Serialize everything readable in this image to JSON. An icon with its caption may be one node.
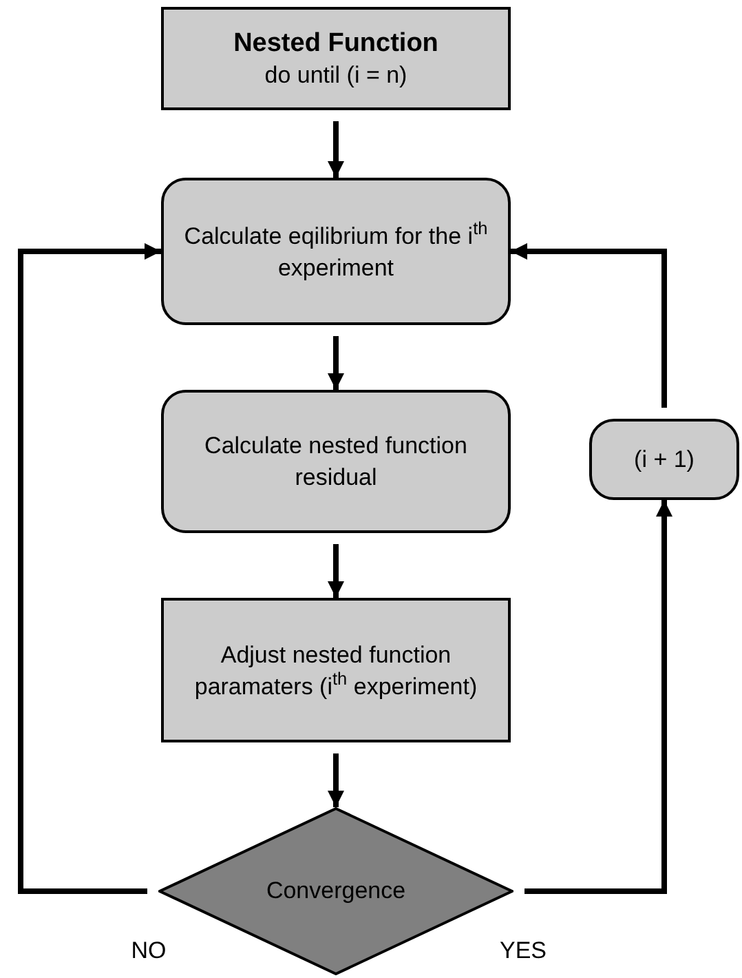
{
  "diagram": {
    "nodes": [
      {
        "text": [
          "Nested Function",
          "do until (i = n)"
        ]
      },
      {
        "text": [
          "Calculate eqilibrium for the i$^{th}$ experiment"
        ]
      },
      {
        "text": [
          "Calculate nested function residual"
        ]
      },
      {
        "text": [
          "Adjust nested function paramaters (i$^{th}$ experiment)"
        ]
      },
      {
        "text": [
          "Convergence"
        ]
      },
      {
        "text": [
          "(i + 1)"
        ]
      }
    ],
    "edges": [
      {
        "from": 0,
        "to": 1,
        "arrow": "to"
      },
      {
        "from": 1,
        "to": 2,
        "arrow": "to"
      },
      {
        "from": 2,
        "to": 3,
        "arrow": "to"
      },
      {
        "from": 3,
        "to": 4,
        "arrow": "to"
      },
      {
        "from": 4,
        "to": 1,
        "arrow": "to",
        "label": "NO"
      },
      {
        "from": 4,
        "to": 5,
        "arrow": "to",
        "label": "YES"
      },
      {
        "from": 5,
        "to": 1,
        "arrow": "to"
      }
    ]
  }
}
